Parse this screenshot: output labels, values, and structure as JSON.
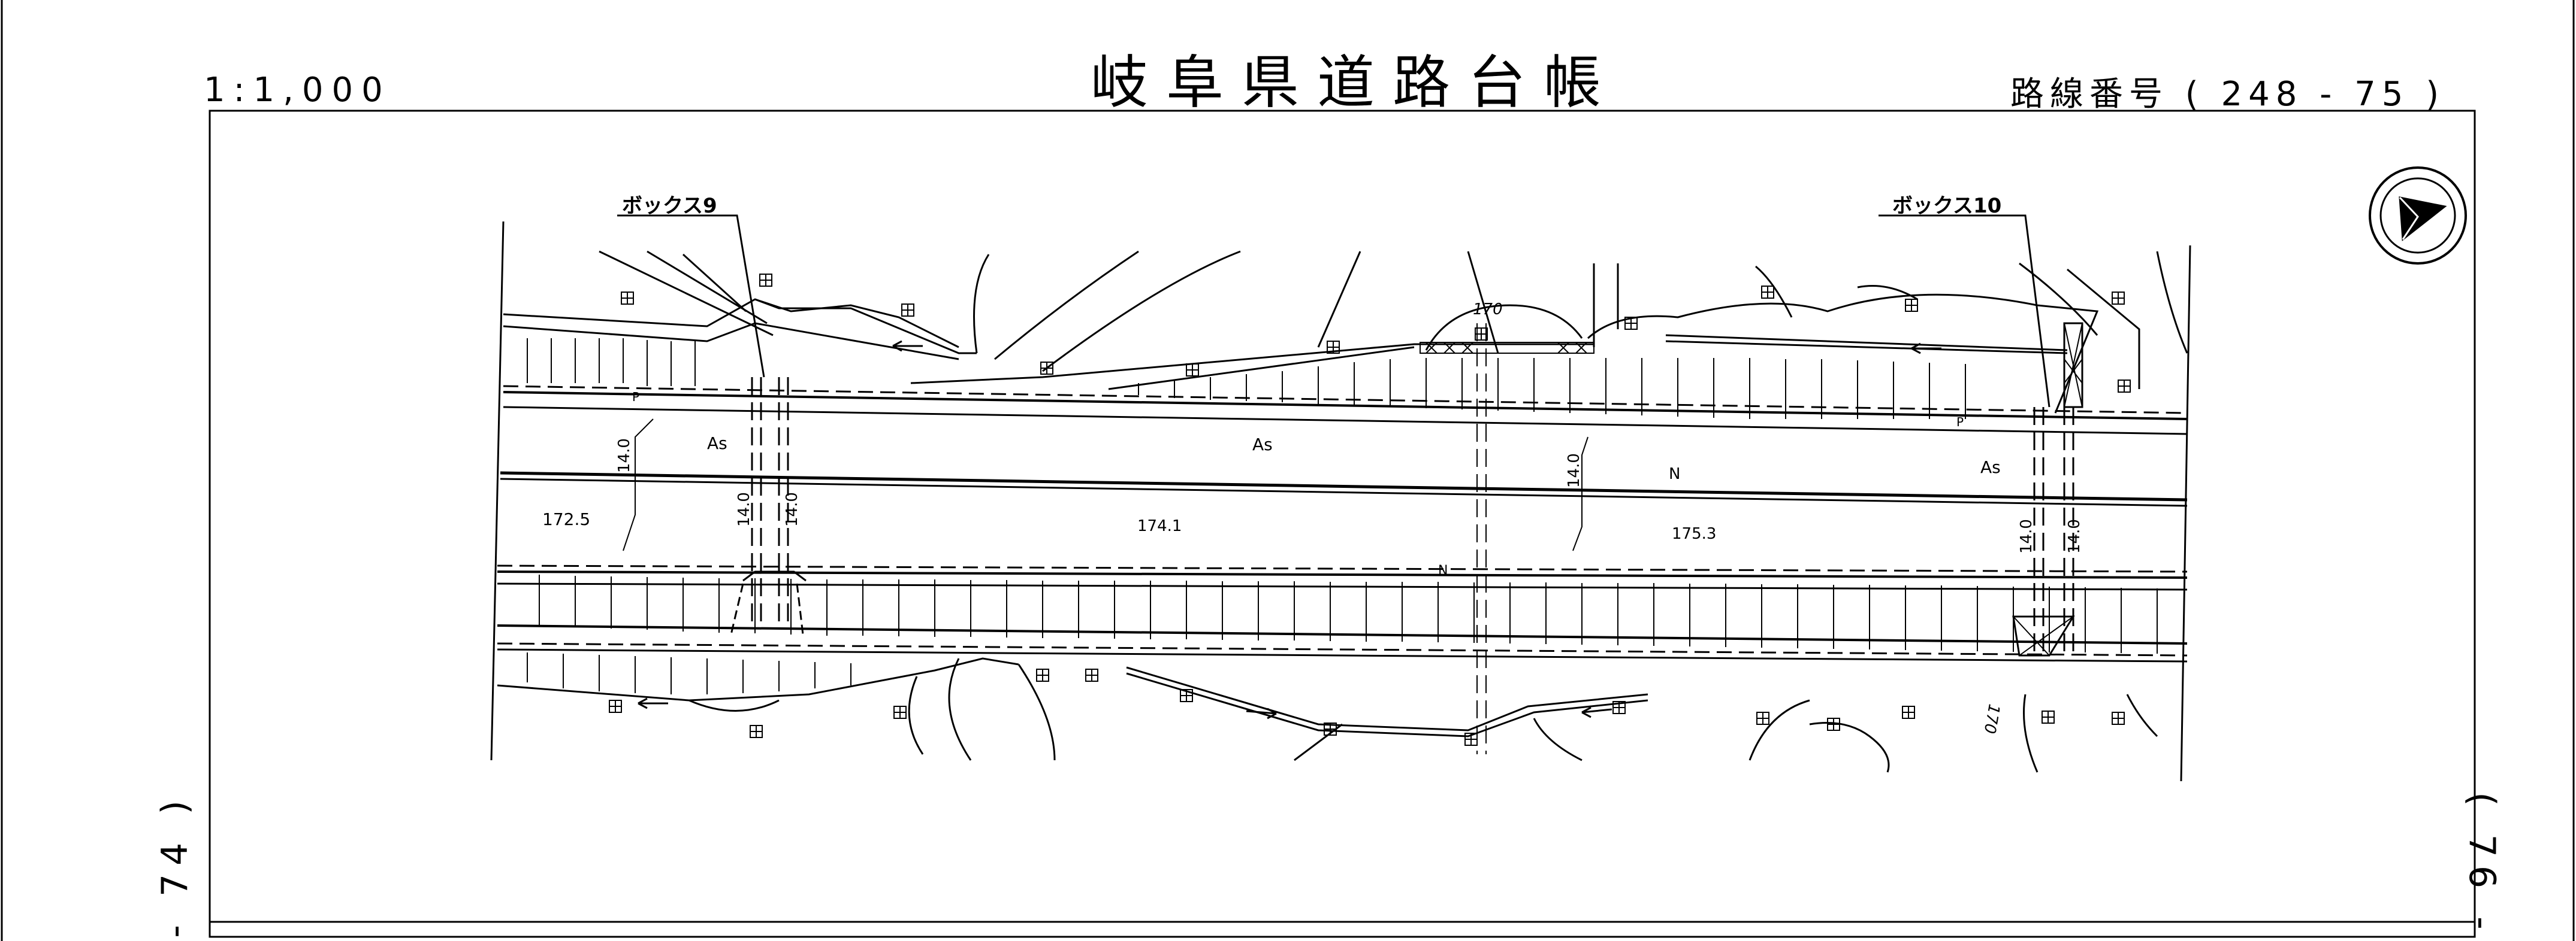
{
  "header": {
    "title": "岐阜県道路台帳",
    "scale": "1:1,000",
    "route_number": "路線番号 ( 248 - 75 )"
  },
  "side_labels": {
    "left": "- 74 )",
    "right": "( 76 -"
  },
  "map": {
    "callouts": {
      "box_9": "ボックス9",
      "box_10": "ボックス10"
    },
    "surface_labels": {
      "as_1": "As",
      "as_2": "As",
      "as_3": "As",
      "n_1": "N",
      "n_2": "N",
      "p_1": "P",
      "p_2": "P"
    },
    "elevations": {
      "e1": "172.5",
      "e2": "174.1",
      "e3": "175.3"
    },
    "widths": {
      "w1": "14.0",
      "w2": "14.0",
      "w3": "14.0",
      "w4": "14.0",
      "w5": "14.0",
      "w6": "14.0"
    },
    "contours": {
      "c1": "170",
      "c2": "170"
    }
  }
}
